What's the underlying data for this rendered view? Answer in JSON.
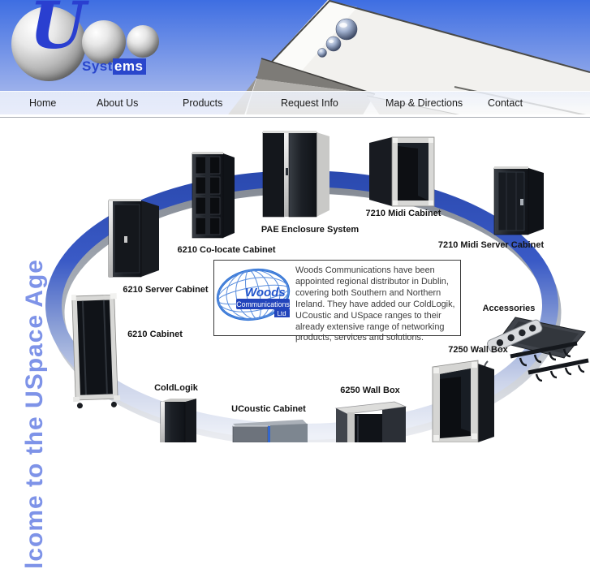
{
  "brand": {
    "u": "U",
    "syst": "Syst",
    "ems": "ems"
  },
  "nav": {
    "items": [
      {
        "label": "Home"
      },
      {
        "label": "About Us"
      },
      {
        "label": "Products"
      },
      {
        "label": "Request Info"
      },
      {
        "label": "Map & Directions"
      },
      {
        "label": "Contact"
      }
    ]
  },
  "welcome": {
    "text": "lcome to the USpace Age"
  },
  "products": [
    {
      "label": "6210 Server Cabinet"
    },
    {
      "label": "6210 Co-locate Cabinet"
    },
    {
      "label": "PAE Enclosure System"
    },
    {
      "label": "7210 Midi Cabinet"
    },
    {
      "label": "7210 Midi Server Cabinet"
    },
    {
      "label": "Accessories"
    },
    {
      "label": "7250 Wall Box"
    },
    {
      "label": "6250 Wall Box"
    },
    {
      "label": "UCoustic Cabinet"
    },
    {
      "label": "ColdLogik"
    },
    {
      "label": "6210 Cabinet"
    }
  ],
  "announcement": {
    "logo": {
      "name": "Woods",
      "line2": "Communications",
      "line3": "Ltd"
    },
    "text": "Woods Communications have been appointed regional distributor in Dublin, covering both Southern and Northern Ireland.  They have added our ColdLogik, UCoustic and USpace ranges to their already extensive range of networking products, services and solutions."
  },
  "colors": {
    "accent_blue": "#2946cc",
    "ring_blue": "#2948ad",
    "welcome_blue": "#7e93e8",
    "sky_top": "#4070e0",
    "sky_bottom": "#b6c2ee"
  }
}
